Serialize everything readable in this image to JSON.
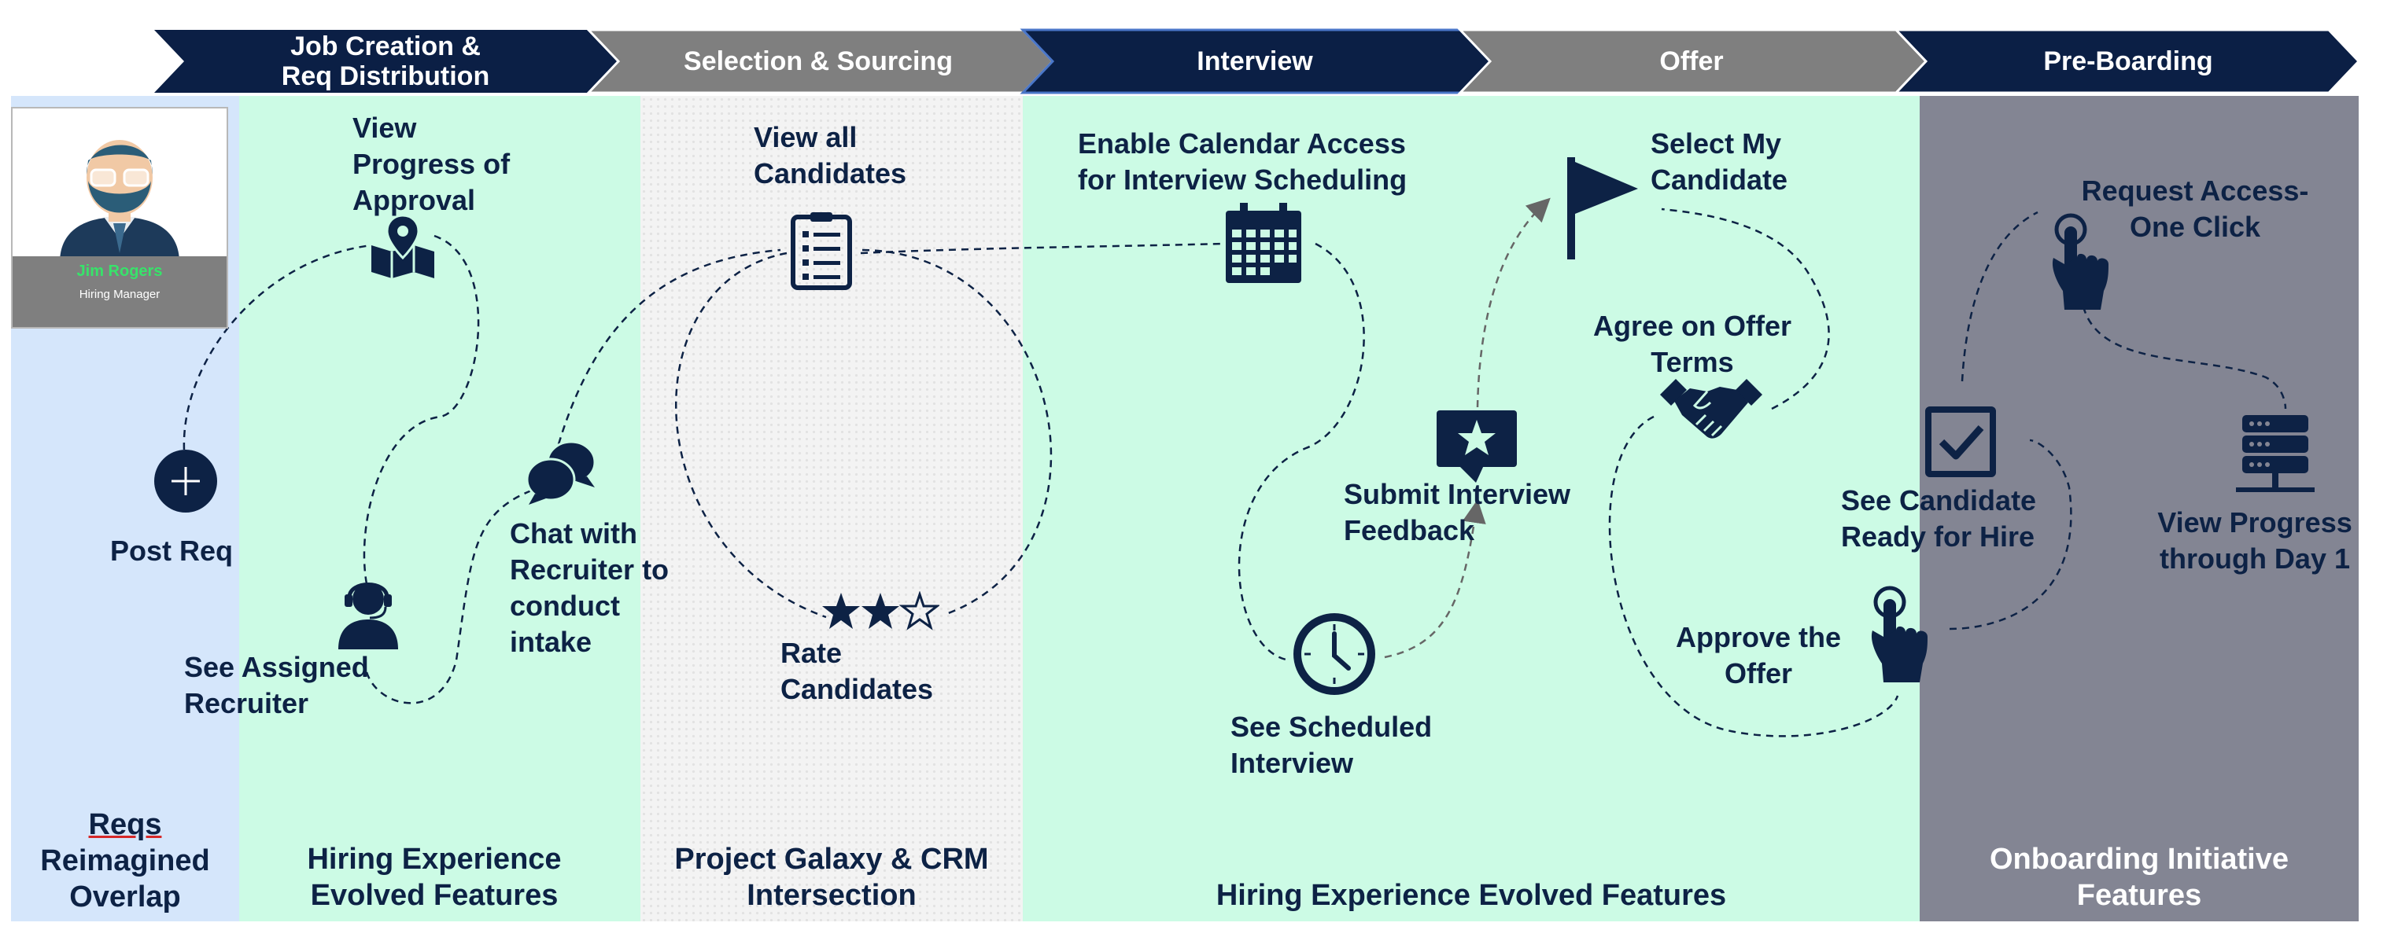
{
  "stages": [
    {
      "label_line1": "Job Creation &",
      "label_line2": "Req Distribution",
      "color": "#0b1f45"
    },
    {
      "label": "Selection & Sourcing",
      "color": "#7f7f7f"
    },
    {
      "label": "Interview",
      "color": "#0b1f45"
    },
    {
      "label": "Offer",
      "color": "#7f7f7f"
    },
    {
      "label": "Pre-Boarding",
      "color": "#0b1f45"
    }
  ],
  "profile": {
    "name": "Jim Rogers",
    "role": "Hiring Manager"
  },
  "features": {
    "post_req": "Post Req",
    "view_progress": [
      "View",
      "Progress of",
      "Approval"
    ],
    "see_recruiter": [
      "See Assigned",
      "Recruiter"
    ],
    "chat_recruiter": [
      "Chat with",
      "Recruiter to",
      "conduct",
      "intake"
    ],
    "view_candidates": [
      "View all",
      "Candidates"
    ],
    "rate_candidates": [
      "Rate",
      "Candidates"
    ],
    "calendar_access": [
      "Enable Calendar Access",
      "for Interview Scheduling"
    ],
    "scheduled_interview": [
      "See Scheduled",
      "Interview"
    ],
    "submit_feedback": [
      "Submit Interview",
      "Feedback"
    ],
    "select_candidate": [
      "Select My",
      "Candidate"
    ],
    "agree_offer": [
      "Agree on Offer",
      "Terms"
    ],
    "approve_offer": [
      "Approve the",
      "Offer"
    ],
    "candidate_ready": [
      "See Candidate",
      "Ready for Hire"
    ],
    "request_access": [
      "Request Access-",
      "One Click"
    ],
    "view_progress_day1": [
      "View Progress",
      "through Day 1"
    ]
  },
  "sections": {
    "reqs": {
      "line1": "Reqs",
      "line2": "Reimagined",
      "line3": "Overlap"
    },
    "hiring_left": {
      "line1": "Hiring Experience",
      "line2": "Evolved Features"
    },
    "galaxy": {
      "line1": "Project Galaxy & CRM",
      "line2": "Intersection"
    },
    "hiring_center": {
      "line1": "Hiring Experience Evolved Features"
    },
    "onboarding": {
      "line1": "Onboarding Initiative",
      "line2": "Features"
    }
  },
  "colors": {
    "navy": "#0b1f45",
    "gray_stage": "#7f7f7f",
    "mint": "#ccfbe5",
    "light_blue": "#d5e6fb",
    "slate": "#838593",
    "icon_navy": "#0d2245",
    "profile_name": "#37e36a"
  },
  "icons": [
    "avatar-icon",
    "plus-circle-icon",
    "map-pin-icon",
    "headset-user-icon",
    "chat-bubbles-icon",
    "checklist-icon",
    "stars-icon",
    "calendar-icon",
    "clock-icon",
    "star-chat-icon",
    "flag-icon",
    "handshake-icon",
    "pointer-hand-icon",
    "checkbox-icon",
    "server-icon"
  ]
}
